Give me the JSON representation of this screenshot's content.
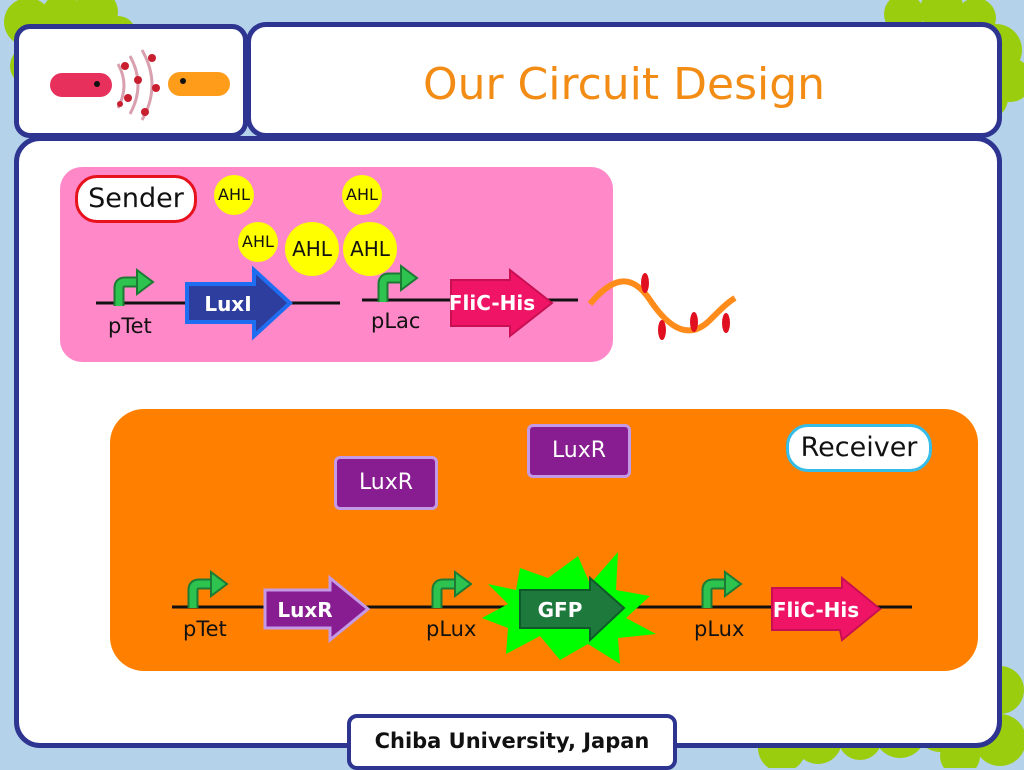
{
  "header": {
    "title": "Our Circuit Design"
  },
  "sender": {
    "tag": "Sender",
    "molecules": [
      "AHL",
      "AHL",
      "AHL",
      "AHL",
      "AHL"
    ],
    "promoters": [
      "pTet",
      "pLac"
    ],
    "genes": [
      "LuxI",
      "FliC-His"
    ]
  },
  "receiver": {
    "tag": "Receiver",
    "proteins": [
      "LuxR",
      "LuxR"
    ],
    "promoters": [
      "pTet",
      "pLux",
      "pLux"
    ],
    "genes": [
      "LuxR",
      "GFP",
      "FliC-His"
    ]
  },
  "footer": {
    "text": "Chiba University, Japan"
  },
  "colors": {
    "navy": "#2d3591",
    "title_orange": "#f28c14",
    "sender_bg": "#ff88c9",
    "receiver_bg": "#ff8000",
    "ahl_yellow": "#ffff00",
    "promoter_green": "#22b14c",
    "luxi_blue": "#2e3e9e",
    "flic_pink": "#f01466",
    "luxr_purple": "#881d91",
    "gfp_green": "#00ff00"
  },
  "icons": [
    "bacterium-red-icon",
    "bacterium-orange-icon",
    "signal-waves-icon",
    "promoter-arrow-icon",
    "flagellin-wave-icon",
    "green-blob-decoration-icon"
  ]
}
